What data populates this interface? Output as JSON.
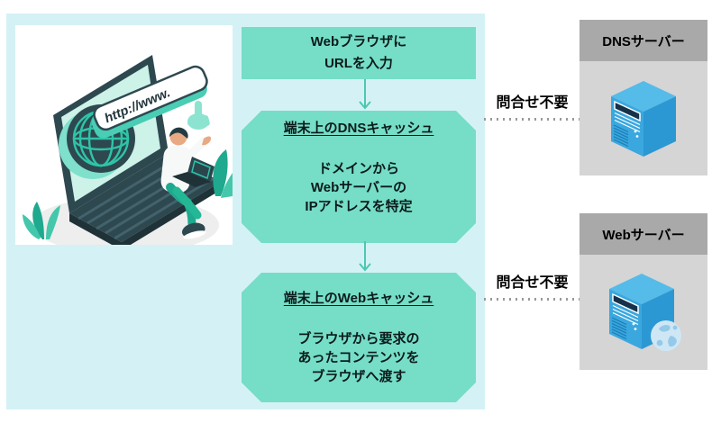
{
  "colors": {
    "panel_bg": "#d4f2f6",
    "flow_box_fill": "#76ddc7",
    "arrow": "#4cc7b0",
    "card_header_bg": "#a9a9a9",
    "card_body_bg": "#d5d5d5",
    "server_blue": "#38a6de",
    "illustration_dark": "#2e4850",
    "illustration_teal": "#1fa98e",
    "dotted_line": "#999999"
  },
  "illustration": {
    "url_text": "http://www."
  },
  "flow": {
    "step1": {
      "line1": "Webブラウザに",
      "line2": "URLを入力"
    },
    "step2": {
      "title": "端末上のDNSキャッシュ",
      "line1": "ドメインから",
      "line2": "Webサーバーの",
      "line3": "IPアドレスを特定"
    },
    "step3": {
      "title": "端末上のWebキャッシュ",
      "line1": "ブラウザから要求の",
      "line2": "あったコンテンツを",
      "line3": "ブラウザへ渡す"
    }
  },
  "annotations": {
    "dns": {
      "label": "問合せ不要"
    },
    "web": {
      "label": "問合せ不要"
    }
  },
  "servers": {
    "dns": {
      "label": "DNSサーバー"
    },
    "web": {
      "label": "Webサーバー"
    }
  }
}
